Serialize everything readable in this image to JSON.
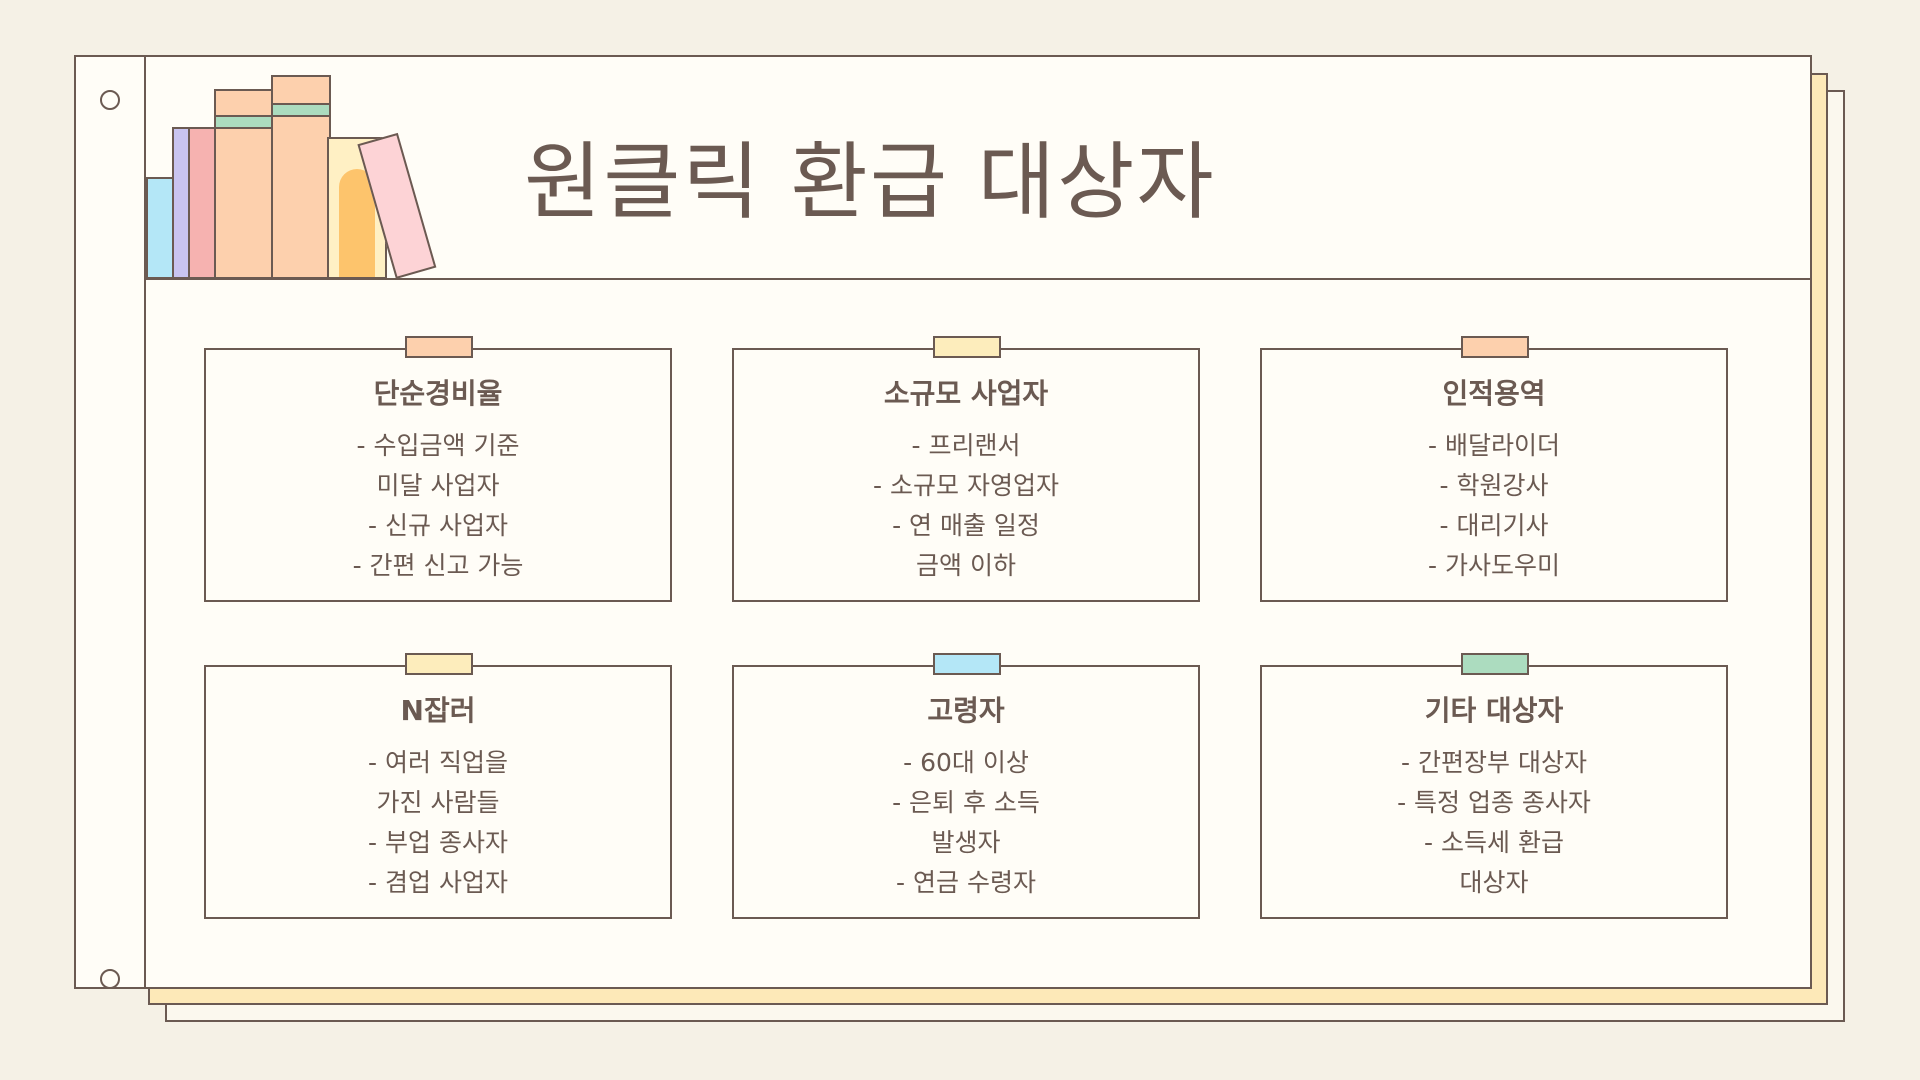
{
  "title": "원클릭 환급 대상자",
  "cards": [
    {
      "title": "단순경비율",
      "tab_color": "#fdd0ad",
      "lines": [
        "- 수입금액 기준",
        "미달 사업자",
        "- 신규 사업자",
        "- 간편 신고 가능"
      ]
    },
    {
      "title": "소규모 사업자",
      "tab_color": "#fdedbc",
      "lines": [
        "- 프리랜서",
        "- 소규모 자영업자",
        "- 연 매출 일정",
        "금액 이하"
      ]
    },
    {
      "title": "인적용역",
      "tab_color": "#fdd0ad",
      "lines": [
        "- 배달라이더",
        "- 학원강사",
        "- 대리기사",
        "- 가사도우미"
      ]
    },
    {
      "title": "N잡러",
      "tab_color": "#fdedbc",
      "lines": [
        "- 여러 직업을",
        "가진 사람들",
        "- 부업 종사자",
        "- 겸업 사업자"
      ]
    },
    {
      "title": "고령자",
      "tab_color": "#b4e7f7",
      "lines": [
        "- 60대 이상",
        "- 은퇴 후 소득",
        "발생자",
        "- 연금 수령자"
      ]
    },
    {
      "title": "기타 대상자",
      "tab_color": "#acdcbf",
      "lines": [
        "- 간편장부 대상자",
        "- 특정 업종 종사자",
        "- 소득세 환급",
        "대상자"
      ]
    }
  ],
  "colors": {
    "background": "#f5f1e6",
    "page": "#fffdf7",
    "outline": "#6b5a52",
    "back_page": "#fde9b8"
  },
  "decor": [
    "book-stack-illustration",
    "binder-rings"
  ]
}
